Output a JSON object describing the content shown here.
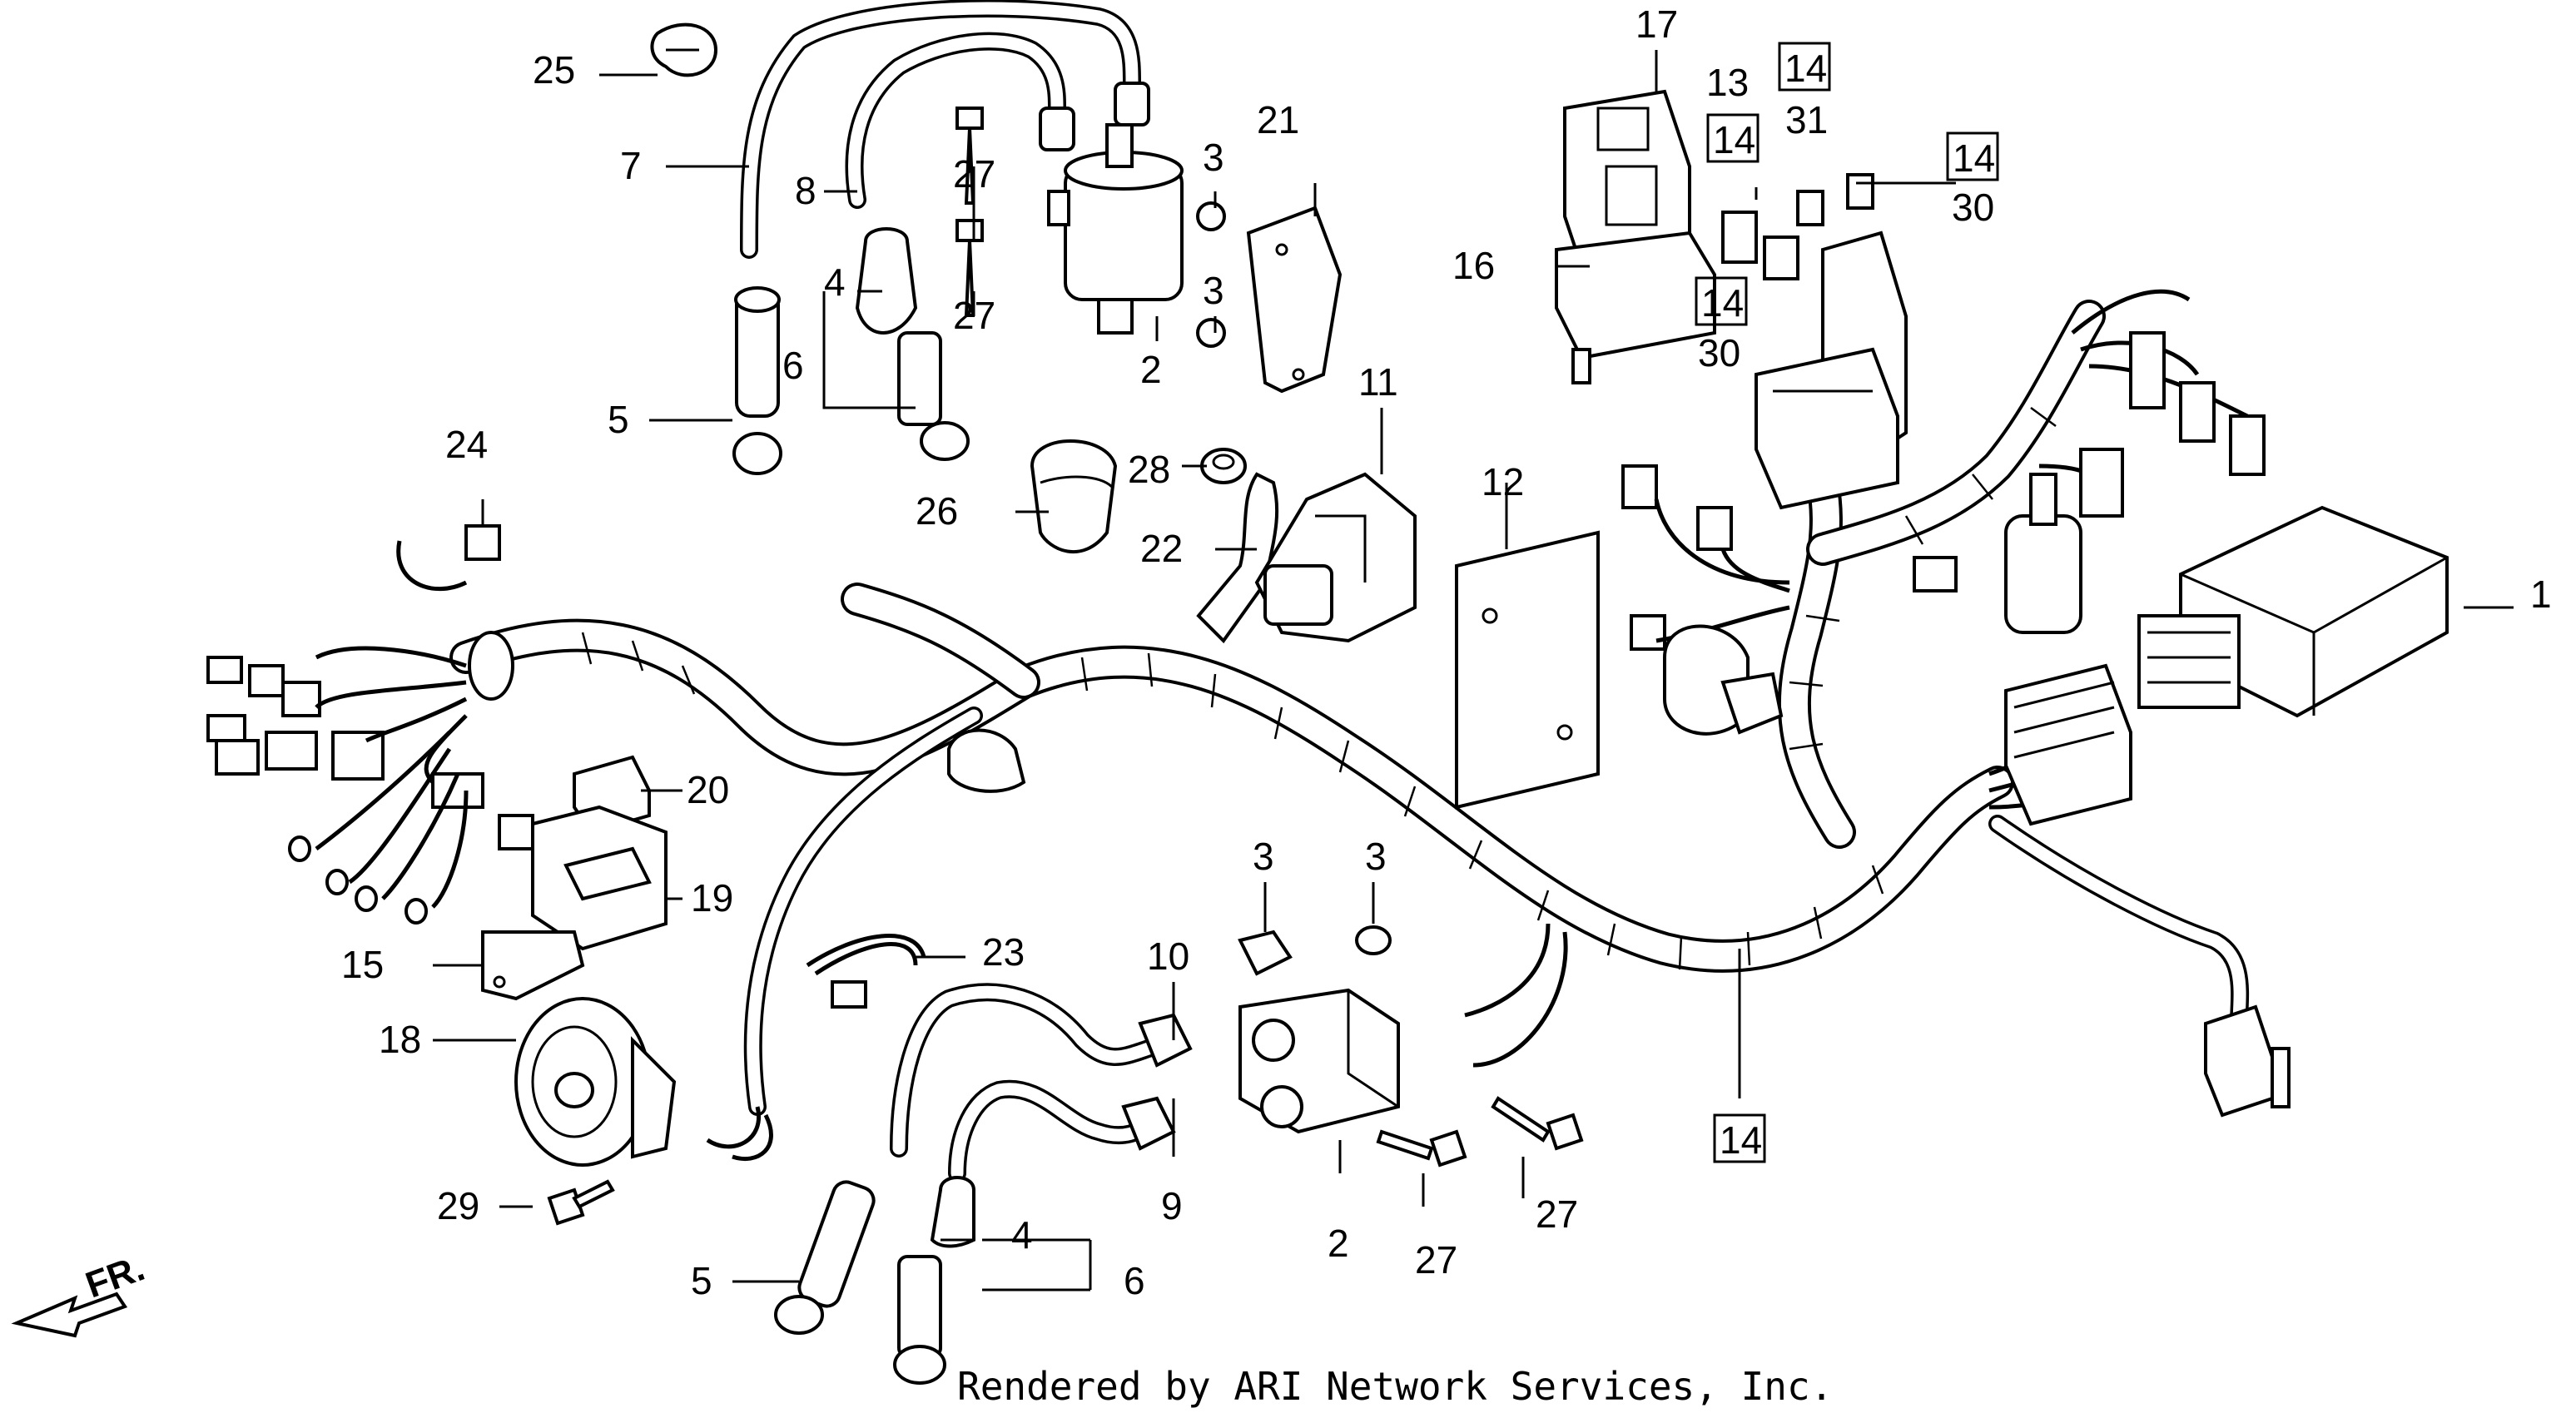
{
  "diagram": {
    "credit": "Rendered by ARI Network Services, Inc.",
    "direction_marker": "FR.",
    "callouts": [
      {
        "id": "c1",
        "label": "1"
      },
      {
        "id": "c2a",
        "label": "2"
      },
      {
        "id": "c2b",
        "label": "2"
      },
      {
        "id": "c3a",
        "label": "3"
      },
      {
        "id": "c3b",
        "label": "3"
      },
      {
        "id": "c3c",
        "label": "3"
      },
      {
        "id": "c3d",
        "label": "3"
      },
      {
        "id": "c4a",
        "label": "4"
      },
      {
        "id": "c4b",
        "label": "4"
      },
      {
        "id": "c5a",
        "label": "5"
      },
      {
        "id": "c5b",
        "label": "5"
      },
      {
        "id": "c6a",
        "label": "6"
      },
      {
        "id": "c6b",
        "label": "6"
      },
      {
        "id": "c7",
        "label": "7"
      },
      {
        "id": "c8",
        "label": "8"
      },
      {
        "id": "c9",
        "label": "9"
      },
      {
        "id": "c10",
        "label": "10"
      },
      {
        "id": "c11",
        "label": "11"
      },
      {
        "id": "c12",
        "label": "12"
      },
      {
        "id": "c13",
        "label": "13"
      },
      {
        "id": "c14a",
        "label": "14",
        "boxed": true
      },
      {
        "id": "c14b",
        "label": "14",
        "boxed": true
      },
      {
        "id": "c14c",
        "label": "14",
        "boxed": true
      },
      {
        "id": "c14d",
        "label": "14",
        "boxed": true
      },
      {
        "id": "c14e",
        "label": "14",
        "boxed": true
      },
      {
        "id": "c15",
        "label": "15"
      },
      {
        "id": "c16",
        "label": "16"
      },
      {
        "id": "c17",
        "label": "17"
      },
      {
        "id": "c18",
        "label": "18"
      },
      {
        "id": "c19",
        "label": "19"
      },
      {
        "id": "c20",
        "label": "20"
      },
      {
        "id": "c21",
        "label": "21"
      },
      {
        "id": "c22",
        "label": "22"
      },
      {
        "id": "c23",
        "label": "23"
      },
      {
        "id": "c24",
        "label": "24"
      },
      {
        "id": "c25",
        "label": "25"
      },
      {
        "id": "c26",
        "label": "26"
      },
      {
        "id": "c27a",
        "label": "27"
      },
      {
        "id": "c27b",
        "label": "27"
      },
      {
        "id": "c27c",
        "label": "27"
      },
      {
        "id": "c27d",
        "label": "27"
      },
      {
        "id": "c28",
        "label": "28"
      },
      {
        "id": "c29",
        "label": "29"
      },
      {
        "id": "c30a",
        "label": "30"
      },
      {
        "id": "c30b",
        "label": "30"
      },
      {
        "id": "c31",
        "label": "31"
      }
    ]
  }
}
